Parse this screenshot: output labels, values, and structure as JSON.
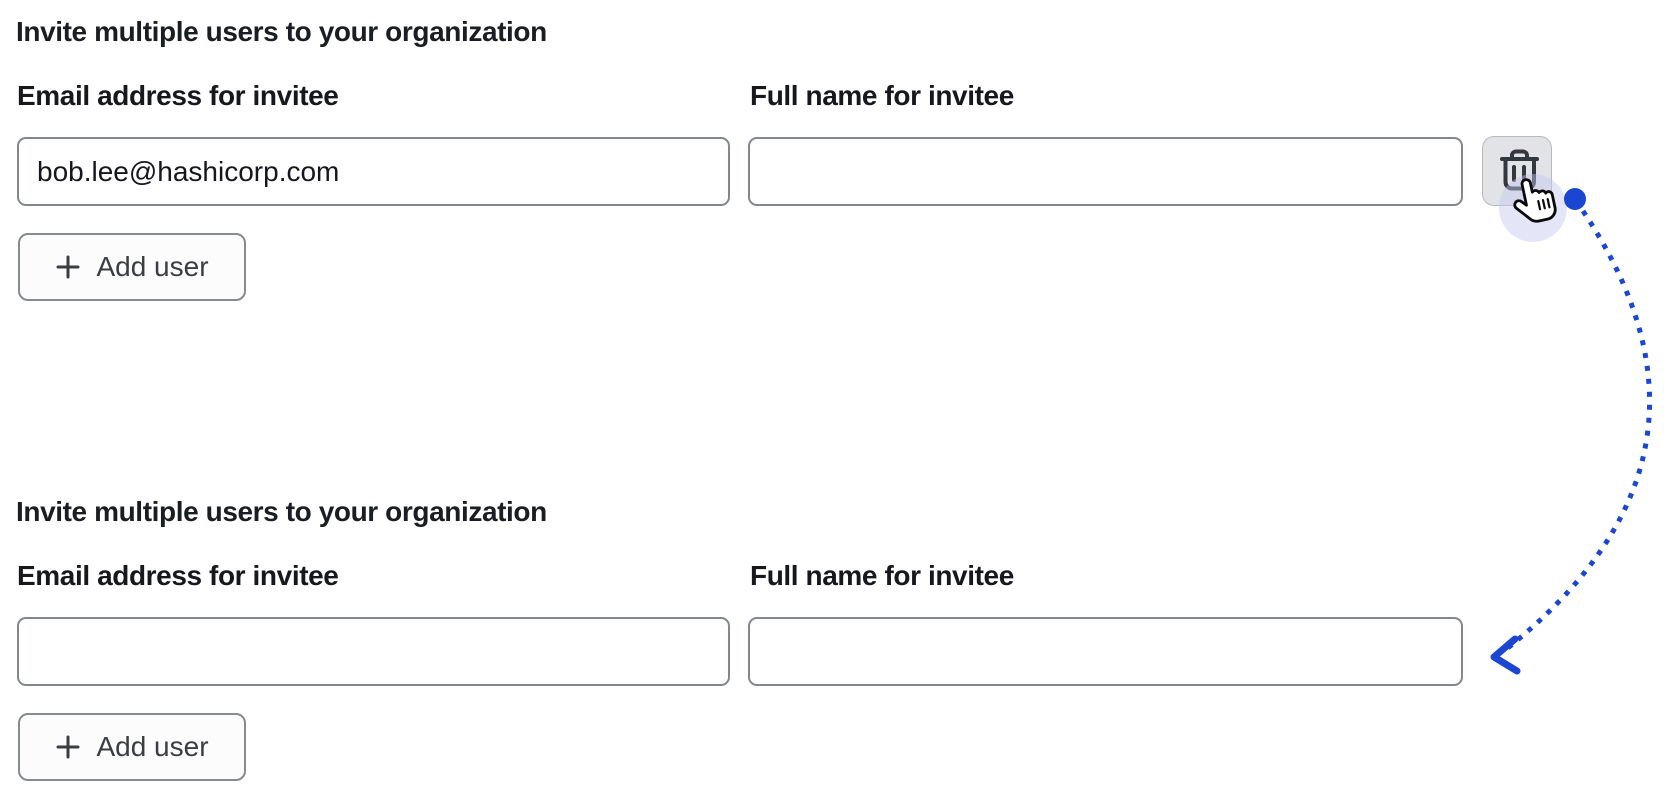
{
  "colors": {
    "accent_blue": "#1b46d2",
    "halo_lavender": "#c3c8f0",
    "text_primary": "#1a1d23",
    "input_border": "#82868f",
    "button_border": "#878b94",
    "trash_button_bg": "#e2e3e7",
    "trash_icon": "#34373e"
  },
  "forms": [
    {
      "heading": "Invite multiple users to your organization",
      "fields": [
        {
          "label": "Email address for invitee",
          "value": "bob.lee@hashicorp.com"
        },
        {
          "label": "Full name for invitee",
          "value": ""
        }
      ],
      "add_button": {
        "label": "Add user",
        "icon": "plus-icon"
      },
      "delete_button": {
        "icon": "trash-icon"
      }
    },
    {
      "heading": "Invite multiple users to your organization",
      "fields": [
        {
          "label": "Email address for invitee",
          "value": ""
        },
        {
          "label": "Full name for invitee",
          "value": ""
        }
      ],
      "add_button": {
        "label": "Add user",
        "icon": "plus-icon"
      }
    }
  ],
  "annotation": {
    "cursor": "hand-pointer-cursor",
    "dot": "click-origin-dot",
    "arrow": "dotted-curved-arrow"
  }
}
